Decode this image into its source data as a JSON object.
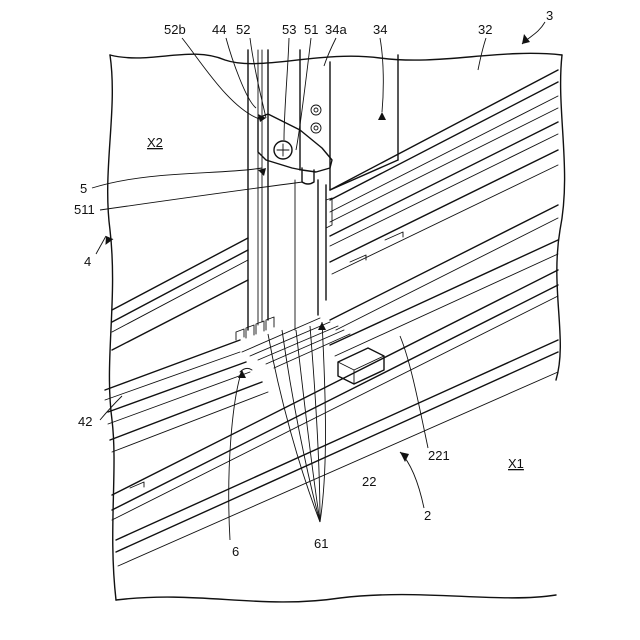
{
  "labels": {
    "l52b": "52b",
    "l44": "44",
    "l52": "52",
    "l53": "53",
    "l51": "51",
    "l34a": "34a",
    "l34": "34",
    "l32": "32",
    "l3": "3",
    "lX2": "X2",
    "l5": "5",
    "l511": "511",
    "l4": "4",
    "l42": "42",
    "l6": "6",
    "l61": "61",
    "l22": "22",
    "l221": "221",
    "l2": "2",
    "lX1": "X1"
  }
}
